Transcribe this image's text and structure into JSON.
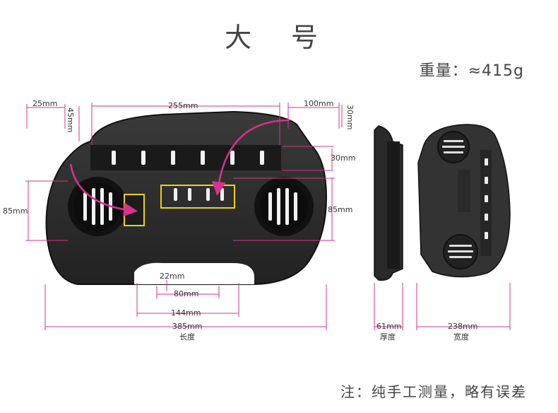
{
  "header": {
    "title": "大 号",
    "weight": "重量：≈415g"
  },
  "footer": {
    "note": "注：纯手工测量，略有误差"
  },
  "dimensions": {
    "d_25": "25mm",
    "d_45": "45mm",
    "d_255": "255mm",
    "d_100": "100mm",
    "d_30_top": "30mm",
    "d_30_right": "30mm",
    "d_85_left": "85mm",
    "d_85_right": "85mm",
    "d_22": "22mm",
    "d_80": "80mm",
    "d_144": "144mm",
    "d_385": "385mm",
    "length_label": "长度",
    "d_61": "61mm",
    "thickness_label": "厚度",
    "d_238": "238mm",
    "width_label": "宽度"
  },
  "colors": {
    "dimension_line": "#d6338a",
    "highlight_box": "#e8d21c",
    "arrow": "#d6338a",
    "tray_body": "#2e2e2e",
    "tray_edge": "#1a1a1a"
  }
}
